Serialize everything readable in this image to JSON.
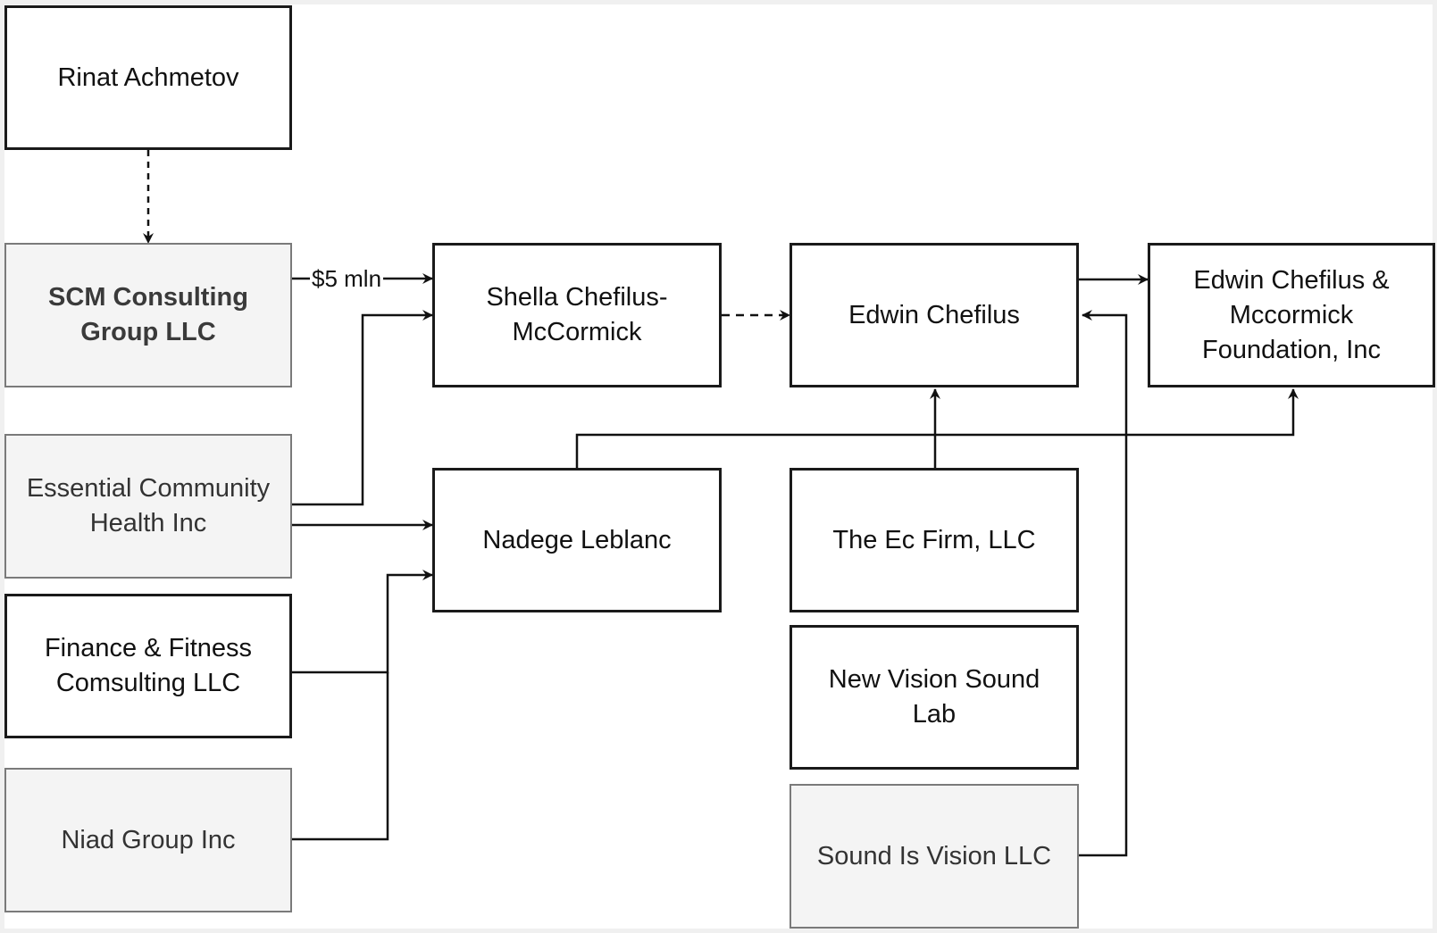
{
  "nodes": {
    "rinat": "Rinat Achmetov",
    "scm": "SCM Consulting Group LLC",
    "ech": "Essential Community Health Inc",
    "finance": "Finance & Fitness Comsulting LLC",
    "niad": "Niad Group Inc",
    "shella": "Shella Chefilus-McCormick",
    "nadege": "Nadege Leblanc",
    "edwin": "Edwin Chefilus",
    "ecfirm": "The Ec Firm, LLC",
    "newvision": "New Vision Sound Lab",
    "soundis": "Sound Is Vision LLC",
    "foundation": "Edwin Chefilus & Mccormick Foundation, Inc"
  },
  "edges": [
    {
      "from": "Rinat Achmetov",
      "to": "SCM Consulting Group LLC",
      "style": "dashed"
    },
    {
      "from": "SCM Consulting Group LLC",
      "to": "Shella Chefilus-McCormick",
      "label": "$5 mln",
      "style": "solid"
    },
    {
      "from": "Essential Community Health Inc",
      "to": "Shella Chefilus-McCormick",
      "style": "solid"
    },
    {
      "from": "Essential Community Health Inc",
      "to": "Nadege Leblanc",
      "style": "solid"
    },
    {
      "from": "Finance & Fitness Comsulting LLC",
      "to": "Nadege Leblanc",
      "style": "solid"
    },
    {
      "from": "Niad Group Inc",
      "to": "Nadege Leblanc",
      "style": "solid"
    },
    {
      "from": "Shella Chefilus-McCormick",
      "to": "Edwin Chefilus",
      "style": "dashed"
    },
    {
      "from": "Edwin Chefilus",
      "to": "Edwin Chefilus & Mccormick Foundation, Inc",
      "style": "solid"
    },
    {
      "from": "Nadege Leblanc",
      "to": "Edwin Chefilus & Mccormick Foundation, Inc",
      "style": "solid"
    },
    {
      "from": "The Ec Firm, LLC",
      "to": "Edwin Chefilus",
      "style": "solid"
    },
    {
      "from": "Sound Is Vision LLC",
      "to": "Edwin Chefilus",
      "style": "solid"
    }
  ],
  "colors": {
    "dark_border": "#1a1a1a",
    "light_border": "#7a7a7a",
    "light_fill": "#f4f4f4",
    "line": "#111111"
  }
}
